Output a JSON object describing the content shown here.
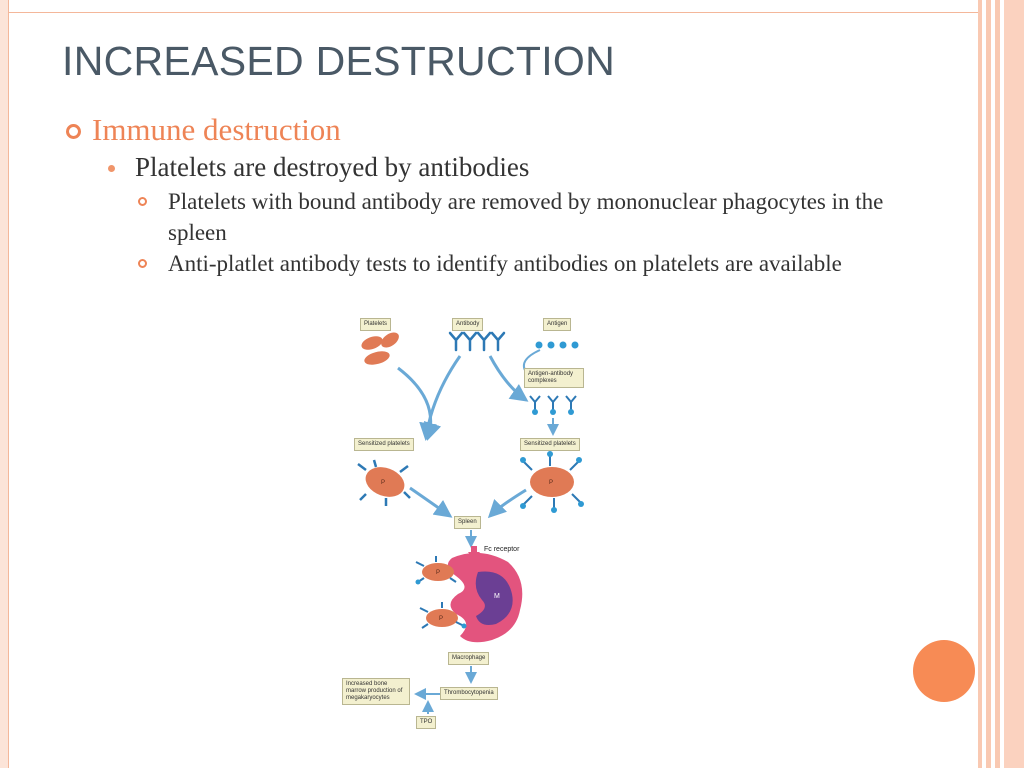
{
  "slide": {
    "title": "INCREASED DESTRUCTION",
    "bullet_l1": "Immune destruction",
    "bullet_l2": "Platelets are destroyed by antibodies",
    "bullets_l3": [
      "Platelets with bound antibody are removed by mononuclear phagocytes in the spleen",
      "Anti-platlet antibody tests to identify antibodies on platelets are available"
    ]
  },
  "diagram": {
    "labels": {
      "platelets": "Platelets",
      "antibody": "Antibody",
      "antigen": "Antigen",
      "complexes": "Antigen-antibody complexes",
      "sensitized_left": "Sensitized platelets",
      "sensitized_right": "Sensitized platelets",
      "spleen": "Spleen",
      "fc_receptor": "Fc receptor",
      "macrophage": "Macrophage",
      "thrombocytopenia": "Thrombocytopenia",
      "marrow": "Increased bone marrow production of megakaryocytes",
      "tpo": "TPO",
      "platelet_mark": "P",
      "nucleus_mark": "M"
    }
  },
  "colors": {
    "title": "#4a5966",
    "accent": "#ee8456",
    "text": "#333333",
    "frame_lines": "#f4b79a",
    "circle": "#f78b55",
    "arrow": "#6aa9d6",
    "platelet": "#e07a55",
    "antibody": "#2d79b5",
    "macrophage": "#e3547e"
  }
}
